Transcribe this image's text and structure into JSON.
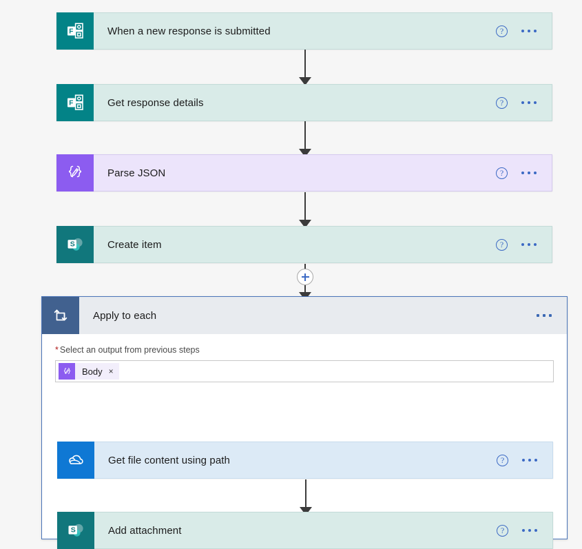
{
  "flow": {
    "steps": [
      {
        "name": "trigger-forms-new-response",
        "title": "When a new response is submitted",
        "icon": "microsoft-forms-icon",
        "theme": "teal",
        "help_label": "?",
        "menu_label": "More commands"
      },
      {
        "name": "action-get-response-details",
        "title": "Get response details",
        "icon": "microsoft-forms-icon",
        "theme": "teal",
        "help_label": "?",
        "menu_label": "More commands"
      },
      {
        "name": "action-parse-json",
        "title": "Parse JSON",
        "icon": "parse-json-icon",
        "theme": "purple",
        "help_label": "?",
        "menu_label": "More commands"
      },
      {
        "name": "action-create-item",
        "title": "Create item",
        "icon": "sharepoint-icon",
        "theme": "teal",
        "help_label": "?",
        "menu_label": "More commands"
      }
    ],
    "add_step_label": "+",
    "scope": {
      "name": "apply-to-each",
      "title": "Apply to each",
      "icon": "loop-icon",
      "menu_label": "More commands",
      "field": {
        "required_marker": "*",
        "label": "Select an output from previous steps",
        "token": {
          "icon": "parse-json-icon",
          "icon_glyph": "{⁄}",
          "label": "Body",
          "remove_label": "×"
        }
      },
      "steps": [
        {
          "name": "action-get-file-content-using-path",
          "title": "Get file content using path",
          "icon": "onedrive-icon",
          "theme": "blue",
          "help_label": "?",
          "menu_label": "More commands"
        },
        {
          "name": "action-add-attachment",
          "title": "Add attachment",
          "icon": "sharepoint-icon",
          "theme": "teal",
          "help_label": "?",
          "menu_label": "More commands"
        }
      ]
    }
  },
  "colors": {
    "canvas": "#f6f6f6",
    "teal_card": "#d9ebe8",
    "purple_card": "#ece4fb",
    "blue_card": "#dceaf6",
    "forms_brand": "#038387",
    "sharepoint_brand": "#11777c",
    "onedrive_brand": "#0f78d4",
    "json_brand": "#8c5cf0",
    "loop_brand": "#41618f",
    "accent_blue": "#3b69c4",
    "required_red": "#b01919",
    "connector": "#3b3b3b"
  }
}
